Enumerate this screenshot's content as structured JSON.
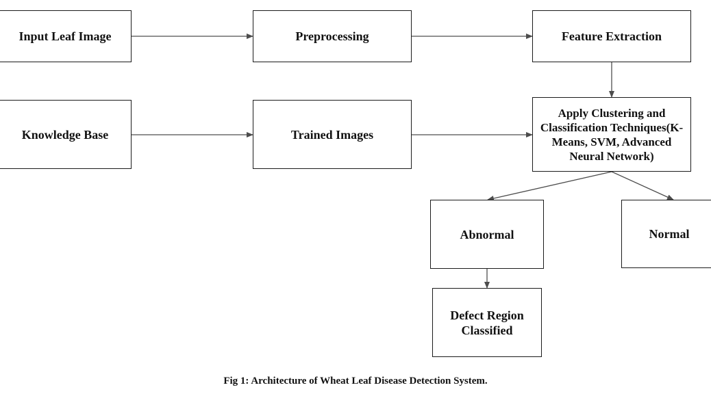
{
  "nodes": {
    "input_leaf_image": "Input Leaf Image",
    "preprocessing": "Preprocessing",
    "feature_extraction": "Feature Extraction",
    "knowledge_base": "Knowledge Base",
    "trained_images": "Trained Images",
    "apply_clustering": "Apply Clustering and Classification Techniques(K-Means, SVM, Advanced Neural Network)",
    "abnormal": "Abnormal",
    "normal": "Normal",
    "defect_region": "Defect Region Classified"
  },
  "caption": "Fig 1: Architecture of Wheat Leaf Disease Detection System.",
  "colors": {
    "stroke": "#1a1a1a",
    "arrow": "#4d4d4d",
    "text": "#111111"
  }
}
